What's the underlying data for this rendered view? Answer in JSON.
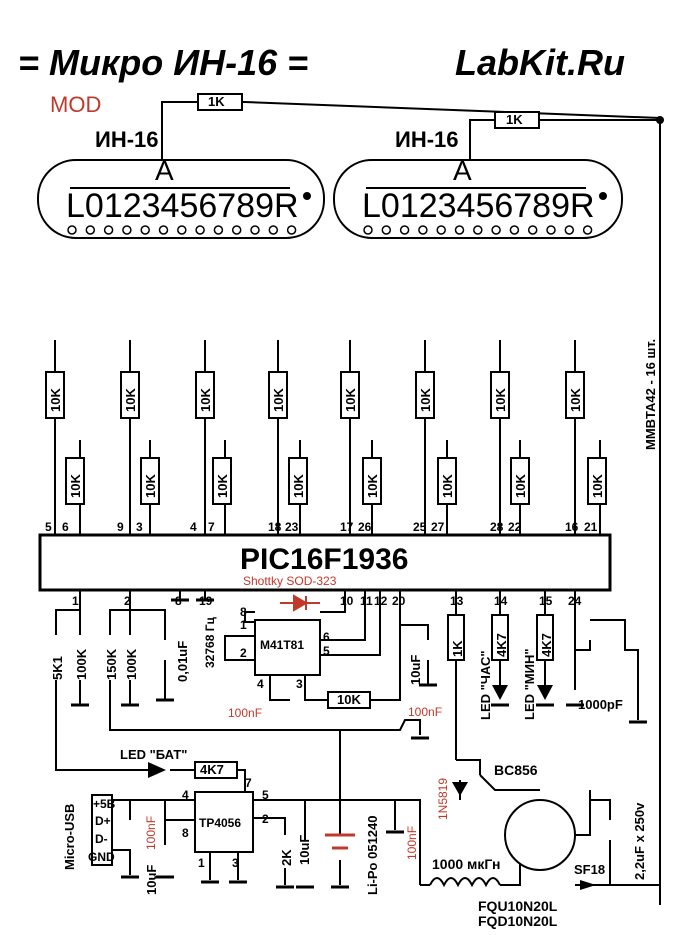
{
  "header": {
    "title_left": "= Микро ИН-16 =",
    "title_right": "LabKit.Ru",
    "mod": "MOD"
  },
  "tubes": [
    {
      "name": "ИН-16",
      "anode": "A",
      "digits": "L0123456789R",
      "resistor": "1K"
    },
    {
      "name": "ИН-16",
      "anode": "A",
      "digits": "L0123456789R",
      "resistor": "1K"
    }
  ],
  "transistor_note": "MMBTA42 - 16 шт.",
  "resistors_top_row": [
    "10K",
    "10K",
    "10K",
    "10K",
    "10K",
    "10K",
    "10K",
    "10K"
  ],
  "resistors_bottom_row": [
    "10K",
    "10K",
    "10K",
    "10K",
    "10K",
    "10K",
    "10K",
    "10K"
  ],
  "mcu": {
    "name": "PIC16F1936",
    "top_pins": [
      "5",
      "6",
      "9",
      "3",
      "4",
      "7",
      "18",
      "23",
      "17",
      "26",
      "25",
      "27",
      "28",
      "22",
      "16",
      "21"
    ],
    "bottom_pins": [
      "1",
      "2",
      "8",
      "19",
      "10",
      "11",
      "12",
      "20",
      "13",
      "14",
      "15",
      "24"
    ]
  },
  "rtc": {
    "name": "M41T81",
    "pins": [
      "8",
      "1",
      "2",
      "4",
      "3",
      "6",
      "5"
    ],
    "crystal": "32768 Гц",
    "shottky": "Shottky SOD-323",
    "cap": "100nF",
    "resistor": "10K"
  },
  "left_parts": [
    "5K1",
    "100K",
    "150K",
    "100K",
    "0,01uF"
  ],
  "right_parts": {
    "cap_10uf": "10uF",
    "cap_100nf": "100nF",
    "r_1k": "1K",
    "r_4k7_a": "4K7",
    "r_4k7_b": "4K7",
    "led_hour": "LED \"ЧАС\"",
    "led_min": "LED \"МИН\"",
    "cap_button": "1000pF"
  },
  "power": {
    "led_bat": "LED \"БАТ\"",
    "r_4k7": "4K7",
    "charger": "TP4056",
    "charger_pins": [
      "4",
      "7",
      "5",
      "8",
      "2",
      "1",
      "3"
    ],
    "usb_label": "Micro-USB",
    "usb_pins": [
      "+5В",
      "D+",
      "D-",
      "GND"
    ],
    "cap_100nf_a": "100nF",
    "cap_10uf_a": "10uF",
    "r_2k": "2K",
    "cap_10uf_b": "10uF",
    "battery": "Li-Po 051240",
    "cap_100nf_b": "100nF"
  },
  "boost": {
    "diode": "1N5819",
    "transistor": "BC856",
    "inductor": "1000 мкГн",
    "mosfet": "FQU10N20L",
    "mosfet_alt": "FQD10N20L",
    "diode_out": "SF18",
    "cap_out": "2,2uF x 250v"
  }
}
